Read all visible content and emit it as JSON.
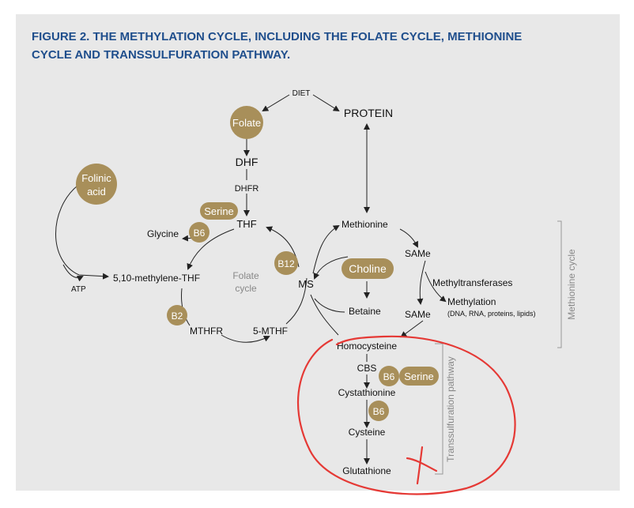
{
  "figure": {
    "title_line1": "FIGURE 2. THE METHYLATION CYCLE, INCLUDING THE FOLATE CYCLE, METHIONINE",
    "title_line2": "CYCLE AND TRANSSULFURATION PATHWAY."
  },
  "nodes": {
    "diet": "DIET",
    "protein": "PROTEIN",
    "dhf": "DHF",
    "dhfr": "DHFR",
    "thf": "THF",
    "glycine": "Glycine",
    "methylene_thf": "5,10-methylene-THF",
    "atp": "ATP",
    "mthfr": "MTHFR",
    "five_mthf": "5-MTHF",
    "folate_cycle_line1": "Folate",
    "folate_cycle_line2": "cycle",
    "ms": "MS",
    "methionine": "Methionine",
    "same_top": "SAMe",
    "methyltransferases": "Methyltransferases",
    "methylation": "Methylation",
    "methylation_targets": "(DNA, RNA, proteins, lipids)",
    "betaine": "Betaine",
    "same_bottom": "SAMe",
    "homocysteine": "Homocysteine",
    "cbs": "CBS",
    "cystathionine": "Cystathionine",
    "cysteine": "Cysteine",
    "glutathione": "Glutathione",
    "methionine_cycle": "Methionine cycle",
    "transsulfuration_pathway": "Transsulfuration pathway"
  },
  "badges": {
    "folate": "Folate",
    "folinic_line1": "Folinic",
    "folinic_line2": "acid",
    "serine_top": "Serine",
    "b6_glycine": "B6",
    "b12": "B12",
    "choline": "Choline",
    "b2": "B2",
    "b6_cbs": "B6",
    "serine_cbs": "Serine",
    "b6_cysteine": "B6"
  },
  "colors": {
    "title": "#1f4e8c",
    "background": "#e8e8e8",
    "badge": "#a88f5a",
    "annotation": "#e53935",
    "line": "#222222"
  }
}
